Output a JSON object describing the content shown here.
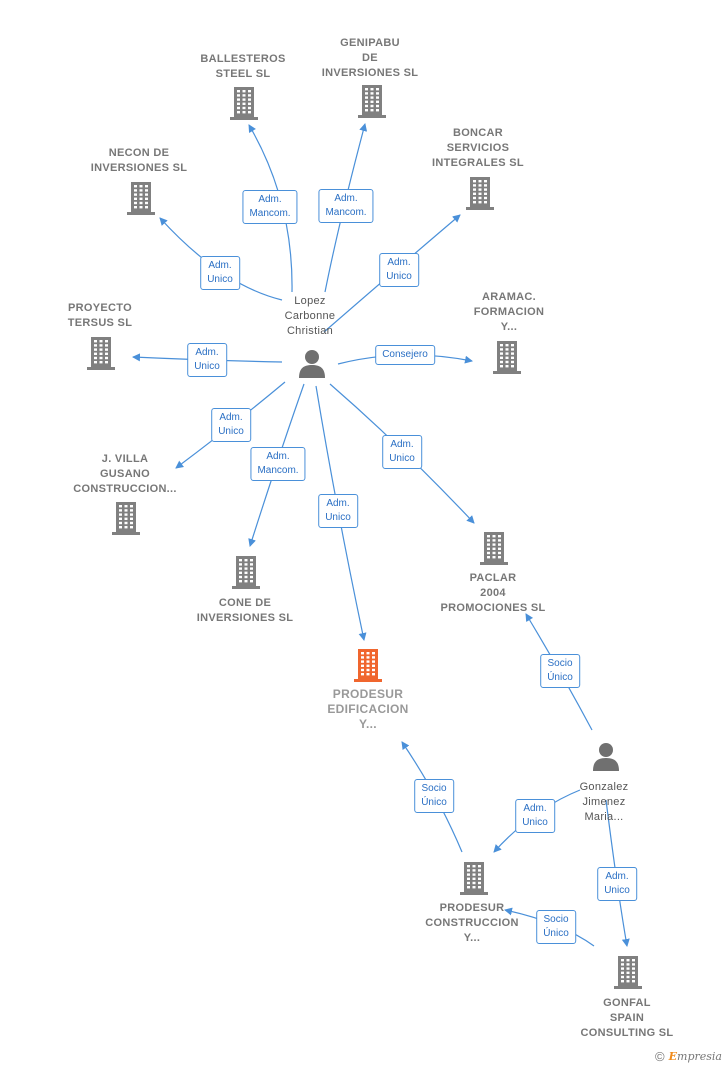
{
  "colors": {
    "edge": "#4a90d9",
    "building": "#808080",
    "focus_building": "#f0662e",
    "person": "#707070"
  },
  "nodes": [
    {
      "id": "lopez",
      "kind": "person",
      "label": "Lopez\nCarbonne\nChristian"
    },
    {
      "id": "gonzalez",
      "kind": "person",
      "label": "Gonzalez\nJimenez\nMaria..."
    },
    {
      "id": "ballesteros",
      "kind": "company",
      "label": "BALLESTEROS\nSTEEL  SL"
    },
    {
      "id": "genipabu",
      "kind": "company",
      "label": "GENIPABU\nDE\nINVERSIONES SL"
    },
    {
      "id": "necon",
      "kind": "company",
      "label": "NECON DE\nINVERSIONES SL"
    },
    {
      "id": "boncar",
      "kind": "company",
      "label": "BONCAR\nSERVICIOS\nINTEGRALES SL"
    },
    {
      "id": "proyecto",
      "kind": "company",
      "label": "PROYECTO\nTERSUS SL"
    },
    {
      "id": "aramac",
      "kind": "company",
      "label": "ARAMAC.\nFORMACION\nY..."
    },
    {
      "id": "villa",
      "kind": "company",
      "label": "J.  VILLA\nGUSANO\nCONSTRUCCION..."
    },
    {
      "id": "cone",
      "kind": "company",
      "label": "CONE DE\nINVERSIONES SL"
    },
    {
      "id": "paclar",
      "kind": "company",
      "label": "PACLAR\n2004\nPROMOCIONES SL"
    },
    {
      "id": "prodesur_edif",
      "kind": "focus",
      "label": "PRODESUR\nEDIFICACION\nY..."
    },
    {
      "id": "prodesur_constr",
      "kind": "company",
      "label": "PRODESUR\nCONSTRUCCION\nY..."
    },
    {
      "id": "gonfal",
      "kind": "company",
      "label": "GONFAL\nSPAIN\nCONSULTING SL"
    }
  ],
  "edges": [
    {
      "from": "lopez",
      "to": "ballesteros",
      "label": "Adm.\nMancom."
    },
    {
      "from": "lopez",
      "to": "genipabu",
      "label": "Adm.\nMancom."
    },
    {
      "from": "lopez",
      "to": "necon",
      "label": "Adm.\nUnico"
    },
    {
      "from": "lopez",
      "to": "boncar",
      "label": "Adm.\nUnico"
    },
    {
      "from": "lopez",
      "to": "proyecto",
      "label": "Adm.\nUnico"
    },
    {
      "from": "lopez",
      "to": "aramac",
      "label": "Consejero"
    },
    {
      "from": "lopez",
      "to": "villa",
      "label": "Adm.\nUnico"
    },
    {
      "from": "lopez",
      "to": "cone",
      "label": "Adm.\nMancom."
    },
    {
      "from": "lopez",
      "to": "prodesur_edif",
      "label": "Adm.\nUnico"
    },
    {
      "from": "lopez",
      "to": "paclar",
      "label": "Adm.\nUnico"
    },
    {
      "from": "gonzalez",
      "to": "paclar",
      "label": "Socio\nÚnico"
    },
    {
      "from": "gonzalez",
      "to": "prodesur_constr",
      "label": "Adm.\nUnico"
    },
    {
      "from": "gonzalez",
      "to": "gonfal",
      "label": "Adm.\nUnico"
    },
    {
      "from": "prodesur_constr",
      "to": "prodesur_edif",
      "label": "Socio\nÚnico"
    },
    {
      "from": "gonfal",
      "to": "prodesur_constr",
      "label": "Socio\nÚnico"
    }
  ],
  "footer": {
    "copyright": "©",
    "brand_first": "E",
    "brand_rest": "mpresia"
  }
}
